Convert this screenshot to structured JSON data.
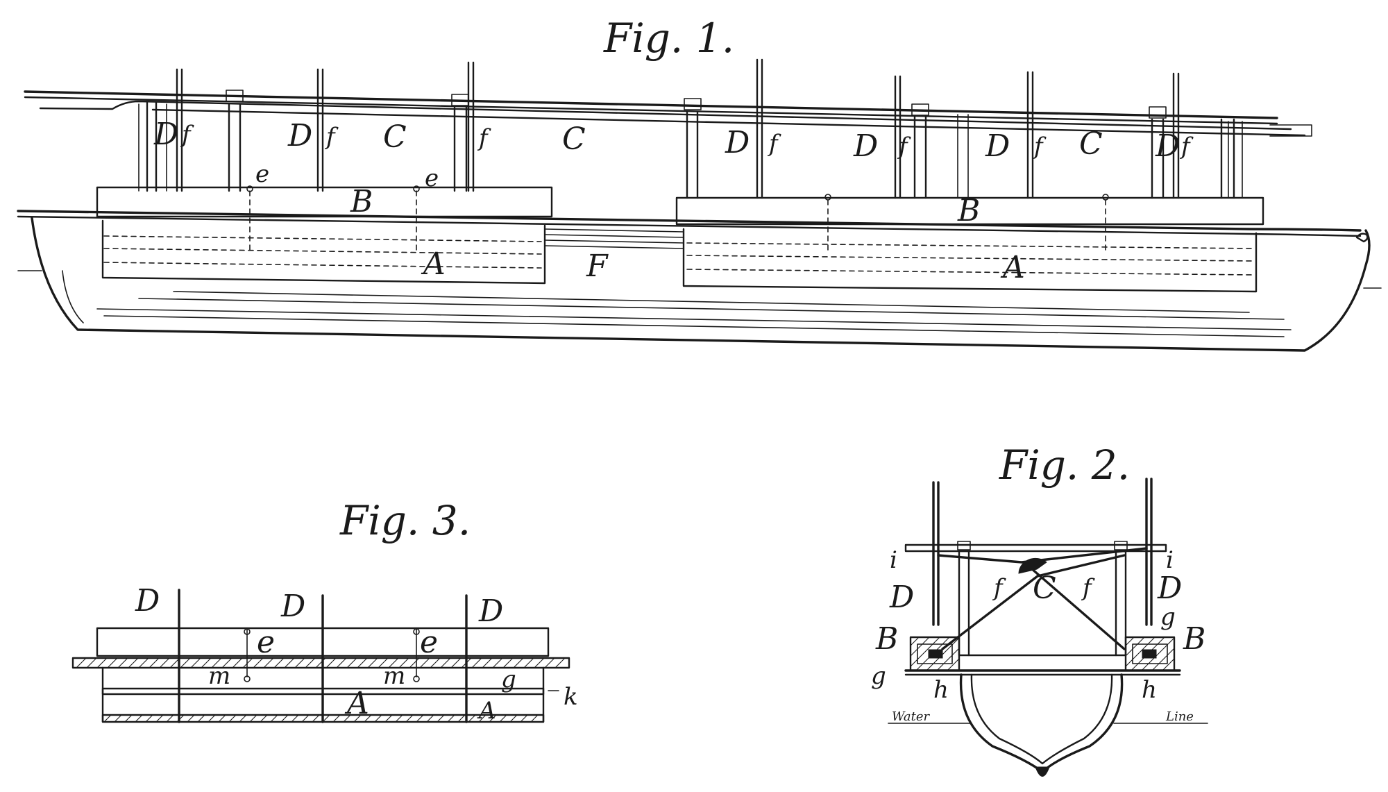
{
  "figures": {
    "fig1": {
      "title": "Fig. 1.",
      "labels": {
        "D": "D",
        "f": "f",
        "C": "C",
        "B": "B",
        "e": "e",
        "A": "A",
        "F": "F"
      }
    },
    "fig2": {
      "title": "Fig. 2.",
      "labels": {
        "i": "i",
        "D": "D",
        "f": "f",
        "C": "C",
        "B": "B",
        "g": "g",
        "h": "h"
      },
      "waterline_left": "Water",
      "waterline_right": "Line"
    },
    "fig3": {
      "title": "Fig. 3.",
      "labels": {
        "D": "D",
        "e": "e",
        "m": "m",
        "g": "g",
        "A": "A",
        "k": "k"
      }
    }
  }
}
